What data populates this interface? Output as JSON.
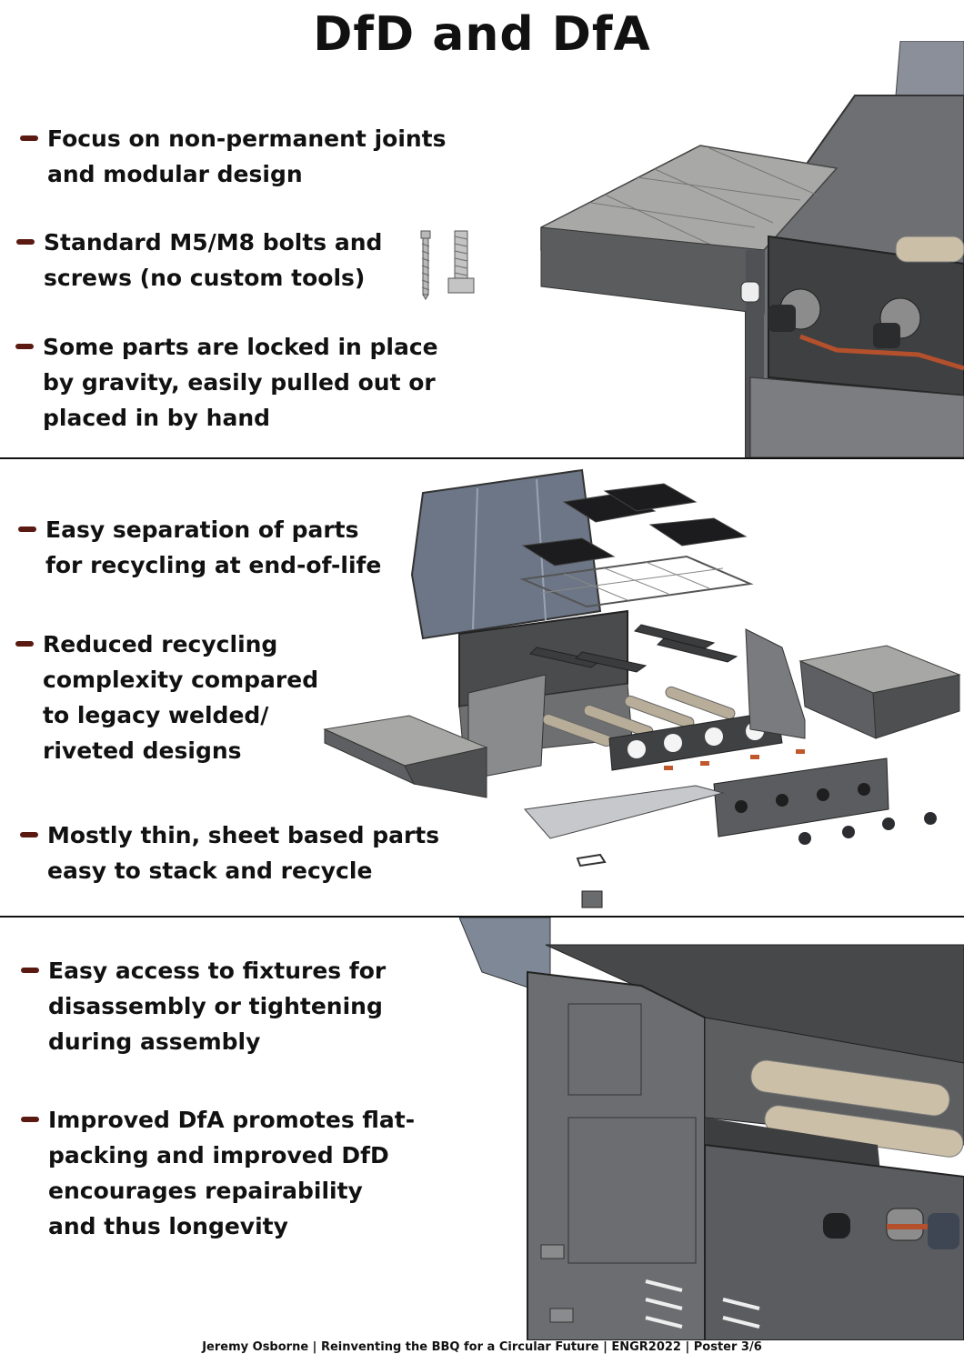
{
  "title": "DfD and DfA",
  "sections": [
    {
      "bullets": [
        {
          "lines": [
            "Focus on non-permanent joints",
            "and modular design"
          ]
        },
        {
          "lines": [
            "Standard M5/M8 bolts and",
            "screws (no custom tools)"
          ]
        },
        {
          "lines": [
            "Some parts are locked in place",
            "by gravity, easily pulled out or",
            "placed in by hand"
          ]
        }
      ]
    },
    {
      "bullets": [
        {
          "lines": [
            "Easy separation of parts",
            "for recycling at end-of-life"
          ]
        },
        {
          "lines": [
            "Reduced recycling",
            "complexity compared",
            "to legacy welded/",
            "riveted designs"
          ]
        },
        {
          "lines": [
            "Mostly thin, sheet based parts",
            "easy to stack and recycle"
          ]
        }
      ]
    },
    {
      "bullets": [
        {
          "lines": [
            "Easy access to fixtures for",
            "disassembly or tightening",
            "during assembly"
          ]
        },
        {
          "lines": [
            "Improved DfA promotes flat-",
            "packing and improved DfD",
            "encourages repairability",
            "and thus longevity"
          ]
        }
      ]
    }
  ],
  "footer": "Jeremy Osborne | Reinventing the BBQ for a Circular Future | ENGR2022 | Poster 3/6"
}
